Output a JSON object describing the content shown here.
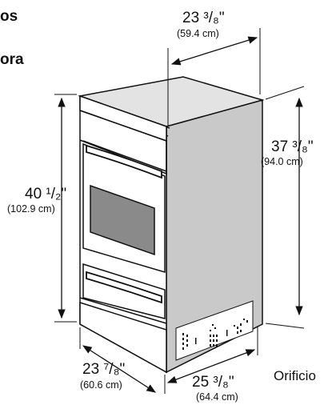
{
  "header": {
    "line1_fragment": "os",
    "line2_fragment": "ora"
  },
  "dimensions": {
    "top_width": {
      "value": "23 ³/₈\"",
      "metric": "(59.4 cm)"
    },
    "overall_height": {
      "value": "40 ¹/₂\"",
      "metric": "(102.9 cm)"
    },
    "side_height": {
      "value": "37 ³/₈\"",
      "metric": "(94.0 cm)"
    },
    "front_width": {
      "value": "23 ⁷/₈\"",
      "metric": "(60.6 cm)"
    },
    "depth": {
      "value": "25 ³/₈\"",
      "metric": "(64.4 cm)"
    }
  },
  "callout": {
    "label": "Orificio"
  },
  "colors": {
    "outline": "#111111",
    "side_gray": "#c9c9c9",
    "front_white": "#ffffff"
  }
}
